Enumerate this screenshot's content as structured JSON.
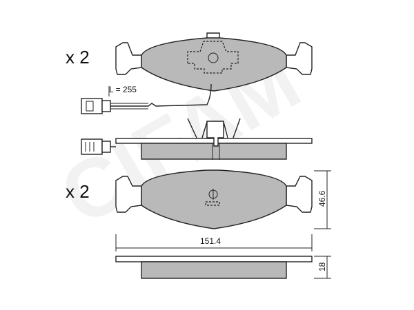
{
  "watermark": "CIFAM",
  "quantity_top": "x 2",
  "quantity_bottom": "x 2",
  "wire_length_label": "L = 255",
  "dimensions": {
    "width": "151.4",
    "height": "46.6",
    "thickness": "18"
  },
  "colors": {
    "pad_fill": "#b9b9b9",
    "outline": "#222222"
  }
}
